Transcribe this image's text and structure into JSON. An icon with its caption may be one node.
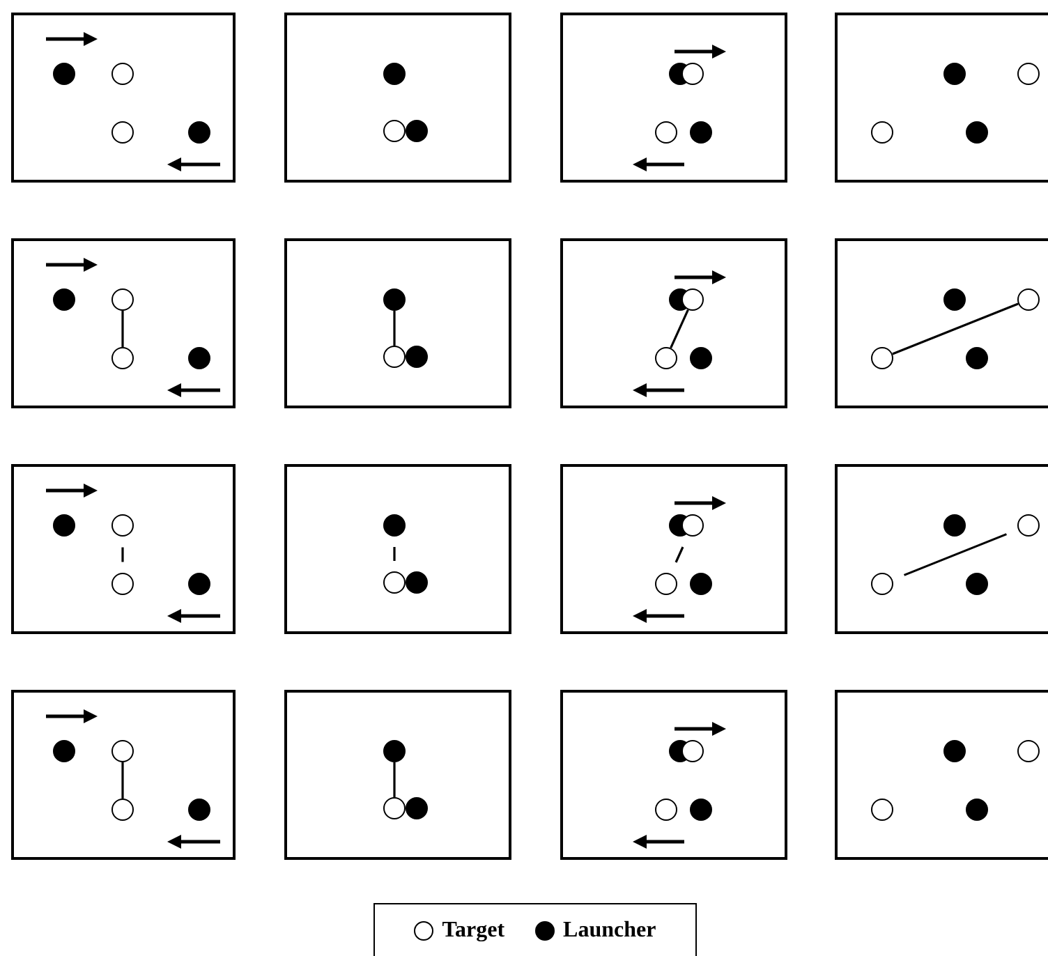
{
  "diagram": {
    "nodes": [
      {
        "text": [],
        "shape": "box"
      },
      {
        "text": [],
        "shape": "circle",
        "in": 0
      },
      {
        "text": [],
        "shape": "circle",
        "in": 0
      },
      {
        "text": [],
        "shape": "circle",
        "in": 0
      },
      {
        "text": [],
        "shape": "circle",
        "in": 0
      },
      {
        "text": [],
        "shape": "box"
      },
      {
        "text": [],
        "shape": "circle",
        "in": 5
      },
      {
        "text": [],
        "shape": "circle",
        "in": 5
      },
      {
        "text": [],
        "shape": "circle",
        "in": 5
      },
      {
        "text": [],
        "shape": "box"
      },
      {
        "text": [],
        "shape": "circle",
        "in": 9
      },
      {
        "text": [],
        "shape": "circle",
        "in": 9
      },
      {
        "text": [],
        "shape": "circle",
        "in": 9
      },
      {
        "text": [],
        "shape": "circle",
        "in": 9
      },
      {
        "text": [],
        "shape": "box"
      },
      {
        "text": [],
        "shape": "circle",
        "in": 14
      },
      {
        "text": [],
        "shape": "circle",
        "in": 14
      },
      {
        "text": [],
        "shape": "circle",
        "in": 14
      },
      {
        "text": [],
        "shape": "circle",
        "in": 14
      },
      {
        "text": [],
        "shape": "box"
      },
      {
        "text": [],
        "shape": "circle",
        "in": 19
      },
      {
        "text": [],
        "shape": "circle",
        "in": 19
      },
      {
        "text": [],
        "shape": "circle",
        "in": 19
      },
      {
        "text": [],
        "shape": "circle",
        "in": 19
      },
      {
        "text": [],
        "shape": "box"
      },
      {
        "text": [],
        "shape": "circle",
        "in": 24
      },
      {
        "text": [],
        "shape": "circle",
        "in": 24
      },
      {
        "text": [],
        "shape": "circle",
        "in": 24
      },
      {
        "text": [],
        "shape": "box"
      },
      {
        "text": [],
        "shape": "circle",
        "in": 28
      },
      {
        "text": [],
        "shape": "circle",
        "in": 28
      },
      {
        "text": [],
        "shape": "circle",
        "in": 28
      },
      {
        "text": [],
        "shape": "circle",
        "in": 28
      },
      {
        "text": [],
        "shape": "box"
      },
      {
        "text": [],
        "shape": "circle",
        "in": 33
      },
      {
        "text": [],
        "shape": "circle",
        "in": 33
      },
      {
        "text": [],
        "shape": "circle",
        "in": 33
      },
      {
        "text": [],
        "shape": "circle",
        "in": 33
      },
      {
        "text": [],
        "shape": "box"
      },
      {
        "text": [],
        "shape": "circle",
        "in": 38
      },
      {
        "text": [],
        "shape": "circle",
        "in": 38
      },
      {
        "text": [],
        "shape": "circle",
        "in": 38
      },
      {
        "text": [],
        "shape": "circle",
        "in": 38
      },
      {
        "text": [],
        "shape": "box"
      },
      {
        "text": [],
        "shape": "circle",
        "in": 43
      },
      {
        "text": [],
        "shape": "circle",
        "in": 43
      },
      {
        "text": [],
        "shape": "circle",
        "in": 43
      },
      {
        "text": [],
        "shape": "box"
      },
      {
        "text": [],
        "shape": "circle",
        "in": 47
      },
      {
        "text": [],
        "shape": "circle",
        "in": 47
      },
      {
        "text": [],
        "shape": "circle",
        "in": 47
      },
      {
        "text": [],
        "shape": "circle",
        "in": 47
      },
      {
        "text": [],
        "shape": "box"
      },
      {
        "text": [],
        "shape": "circle",
        "in": 52
      },
      {
        "text": [],
        "shape": "circle",
        "in": 52
      },
      {
        "text": [],
        "shape": "circle",
        "in": 52
      },
      {
        "text": [],
        "shape": "circle",
        "in": 52
      },
      {
        "text": [],
        "shape": "box"
      },
      {
        "text": [],
        "shape": "circle",
        "in": 57
      },
      {
        "text": [],
        "shape": "circle",
        "in": 57
      },
      {
        "text": [],
        "shape": "circle",
        "in": 57
      },
      {
        "text": [],
        "shape": "circle",
        "in": 57
      },
      {
        "text": [],
        "shape": "box"
      },
      {
        "text": [],
        "shape": "circle",
        "in": 62
      },
      {
        "text": [],
        "shape": "circle",
        "in": 62
      },
      {
        "text": [],
        "shape": "circle",
        "in": 62
      },
      {
        "text": [],
        "shape": "box"
      },
      {
        "text": [],
        "shape": "circle",
        "in": 66
      },
      {
        "text": [],
        "shape": "circle",
        "in": 66
      },
      {
        "text": [],
        "shape": "circle",
        "in": 66
      },
      {
        "text": [],
        "shape": "circle",
        "in": 66
      },
      {
        "text": [],
        "shape": "box"
      },
      {
        "text": [],
        "shape": "circle",
        "in": 71
      },
      {
        "text": [],
        "shape": "circle",
        "in": 71
      },
      {
        "text": [],
        "shape": "circle",
        "in": 71
      },
      {
        "text": [],
        "shape": "circle",
        "in": 71
      }
    ],
    "edges": [
      {
        "from": 21,
        "to": 22,
        "arrow": "none"
      },
      {
        "from": 25,
        "to": 26,
        "arrow": "none"
      },
      {
        "from": 31,
        "to": 30,
        "arrow": "none"
      },
      {
        "from": 36,
        "to": 35,
        "arrow": "none"
      },
      {
        "from": 40,
        "to": 41,
        "arrow": "none",
        "style": "dashed"
      },
      {
        "from": 44,
        "to": 45,
        "arrow": "none",
        "style": "dashed"
      },
      {
        "from": 50,
        "to": 49,
        "arrow": "none",
        "style": "dashed"
      },
      {
        "from": 55,
        "to": 54,
        "arrow": "none",
        "style": "dashed"
      },
      {
        "from": 59,
        "to": 60,
        "arrow": "none"
      },
      {
        "from": 63,
        "to": 64,
        "arrow": "none"
      }
    ],
    "legend": [
      {
        "text": "Target"
      },
      {
        "text": "Launcher"
      }
    ]
  }
}
